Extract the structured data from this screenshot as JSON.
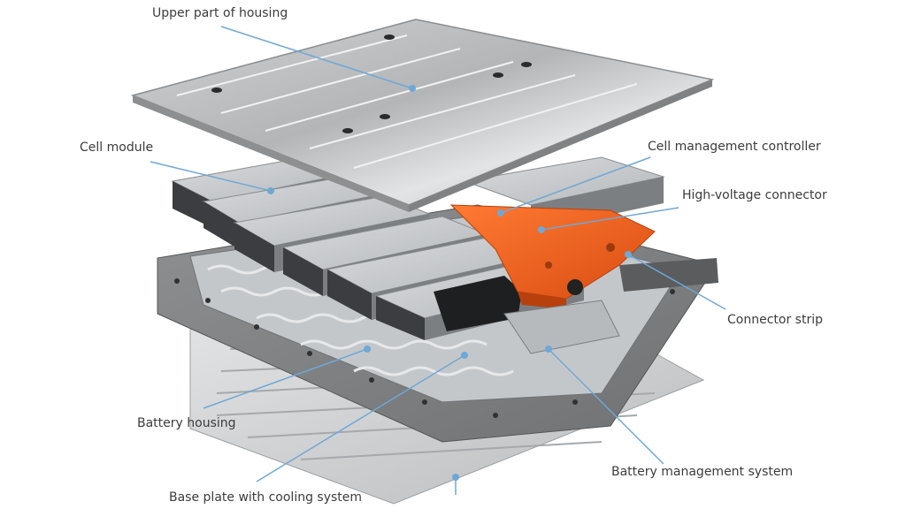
{
  "labels": {
    "upper_housing": "Upper part of housing",
    "cell_module": "Cell module",
    "cell_management_controller": "Cell management controller",
    "high_voltage_connector": "High-voltage connector",
    "connector_strip": "Connector strip",
    "battery_housing": "Battery housing",
    "battery_management_system": "Battery management system",
    "base_plate": "Base plate with cooling system"
  },
  "colors": {
    "text": "#3c3c3c",
    "leader_line": "#6fa8d6",
    "housing_gray": "#9a9a9a",
    "module_silver": "#c9cccf",
    "orange_accent": "#f0601e"
  }
}
